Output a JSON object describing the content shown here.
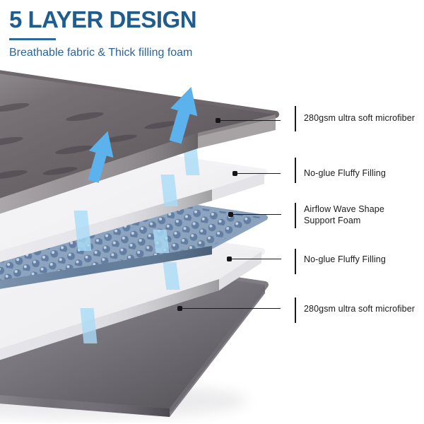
{
  "header": {
    "title": "5 LAYER DESIGN",
    "subtitle": "Breathable fabric & Thick filling foam",
    "title_color": "#205d8f",
    "underline_color": "#2a6a9c"
  },
  "callouts": [
    {
      "label": "280gsm ultra soft microfiber"
    },
    {
      "label": "No-glue Fluffy Filling"
    },
    {
      "label": "Airflow Wave Shape\nSupport Foam"
    },
    {
      "label": "No-glue Fluffy Filling"
    },
    {
      "label": "280gsm ultra soft microfiber"
    }
  ],
  "layers": [
    {
      "name": "top microfiber cover",
      "color": "#6e686c",
      "side_color": "#918c8f"
    },
    {
      "name": "upper fluffy filling",
      "color": "#f3f3f6",
      "side_color": "#e3e3e8"
    },
    {
      "name": "airflow wave support foam",
      "color": "#8ba3bf",
      "side_color": "#5d7898"
    },
    {
      "name": "lower fluffy filling",
      "color": "#f1f1f4",
      "side_color": "#e0e0e5"
    },
    {
      "name": "bottom microfiber cover",
      "color": "#817d85",
      "side_color": "#6b6770"
    }
  ],
  "colors": {
    "arrow": "#5cb2ec",
    "airflow_strip": "#a9dbf6",
    "leader_line": "#1a1a1a",
    "label_text": "#1b1b1b",
    "background": "#ffffff"
  }
}
